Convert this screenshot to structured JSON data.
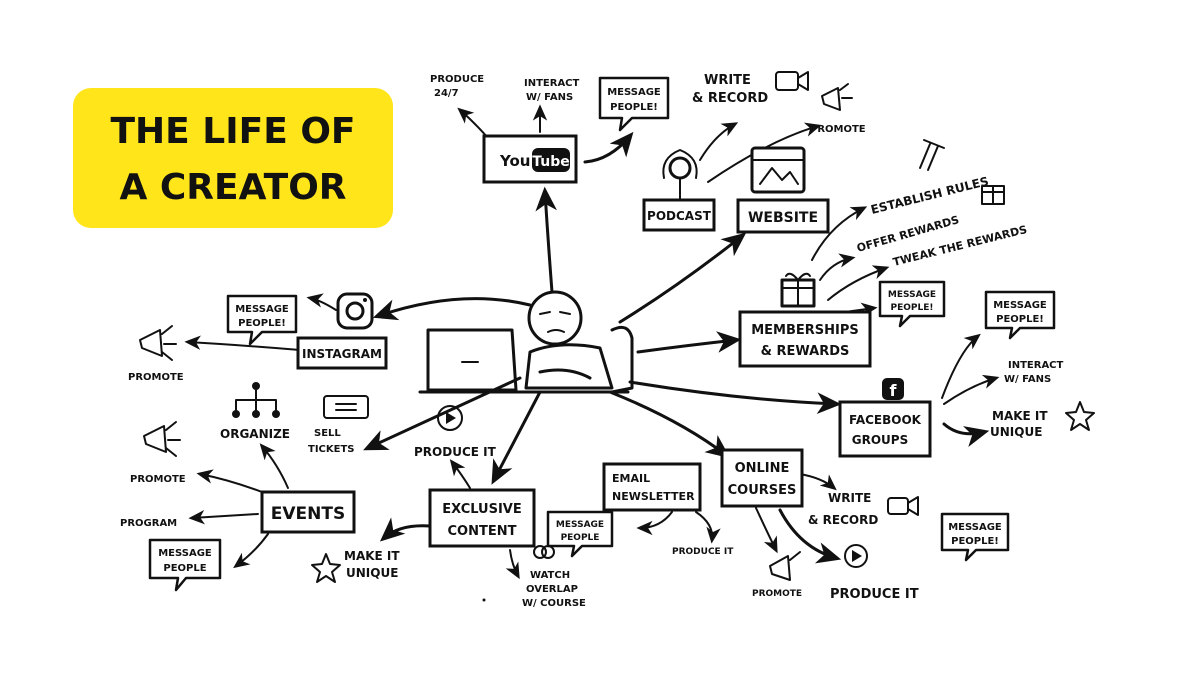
{
  "title": {
    "line1": "THE LIFE OF",
    "line2": "A CREATOR"
  },
  "colors": {
    "title_bg": "#ffe51a",
    "ink": "#111111",
    "paper": "#ffffff",
    "accent_red": "#ff0000"
  },
  "youtube": {
    "logo_you": "You",
    "logo_tube": "Tube",
    "produce": [
      "PRODUCE",
      "24/7"
    ],
    "interact": [
      "INTERACT",
      "W/ FANS"
    ],
    "message": [
      "MESSAGE",
      "PEOPLE!"
    ]
  },
  "podcast": {
    "label": "PODCAST",
    "write_record": [
      "WRITE",
      "& RECORD"
    ],
    "promote": "PROMOTE"
  },
  "website": {
    "label": "WEBSITE"
  },
  "memberships": {
    "label": [
      "MEMBERSHIPS",
      "& REWARDS"
    ],
    "establish": "ESTABLISH RULES",
    "offer": "OFFER REWARDS",
    "tweak": "TWEAK THE REWARDS",
    "message": [
      "MESSAGE",
      "PEOPLE!"
    ]
  },
  "facebook": {
    "label": [
      "FACEBOOK",
      "GROUPS"
    ],
    "message": [
      "MESSAGE",
      "PEOPLE!"
    ],
    "interact": [
      "INTERACT",
      "W/ FANS"
    ],
    "unique": [
      "MAKE IT",
      "UNIQUE"
    ]
  },
  "instagram": {
    "label": "INSTAGRAM",
    "message": [
      "MESSAGE",
      "PEOPLE!"
    ],
    "promote": "PROMOTE"
  },
  "events": {
    "label": "EVENTS",
    "organize": "ORGANIZE",
    "sell": [
      "SELL",
      "TICKETS"
    ],
    "promote": "PROMOTE",
    "program": "PROGRAM",
    "message": [
      "MESSAGE",
      "PEOPLE"
    ],
    "unique": [
      "MAKE IT",
      "UNIQUE"
    ]
  },
  "exclusive": {
    "label": [
      "EXCLUSIVE",
      "CONTENT"
    ],
    "produce": "PRODUCE IT",
    "message": [
      "MESSAGE",
      "PEOPLE"
    ],
    "watch": [
      "WATCH",
      "OVERLAP",
      "W/ COURSE"
    ]
  },
  "newsletter": {
    "label": [
      "EMAIL",
      "NEWSLETTER"
    ],
    "produce": "PRODUCE IT"
  },
  "courses": {
    "label": [
      "ONLINE",
      "COURSES"
    ],
    "write_record": [
      "WRITE",
      "& RECORD"
    ],
    "message": [
      "MESSAGE",
      "PEOPLE!"
    ],
    "promote": "PROMOTE",
    "produce": "PRODUCE IT"
  }
}
